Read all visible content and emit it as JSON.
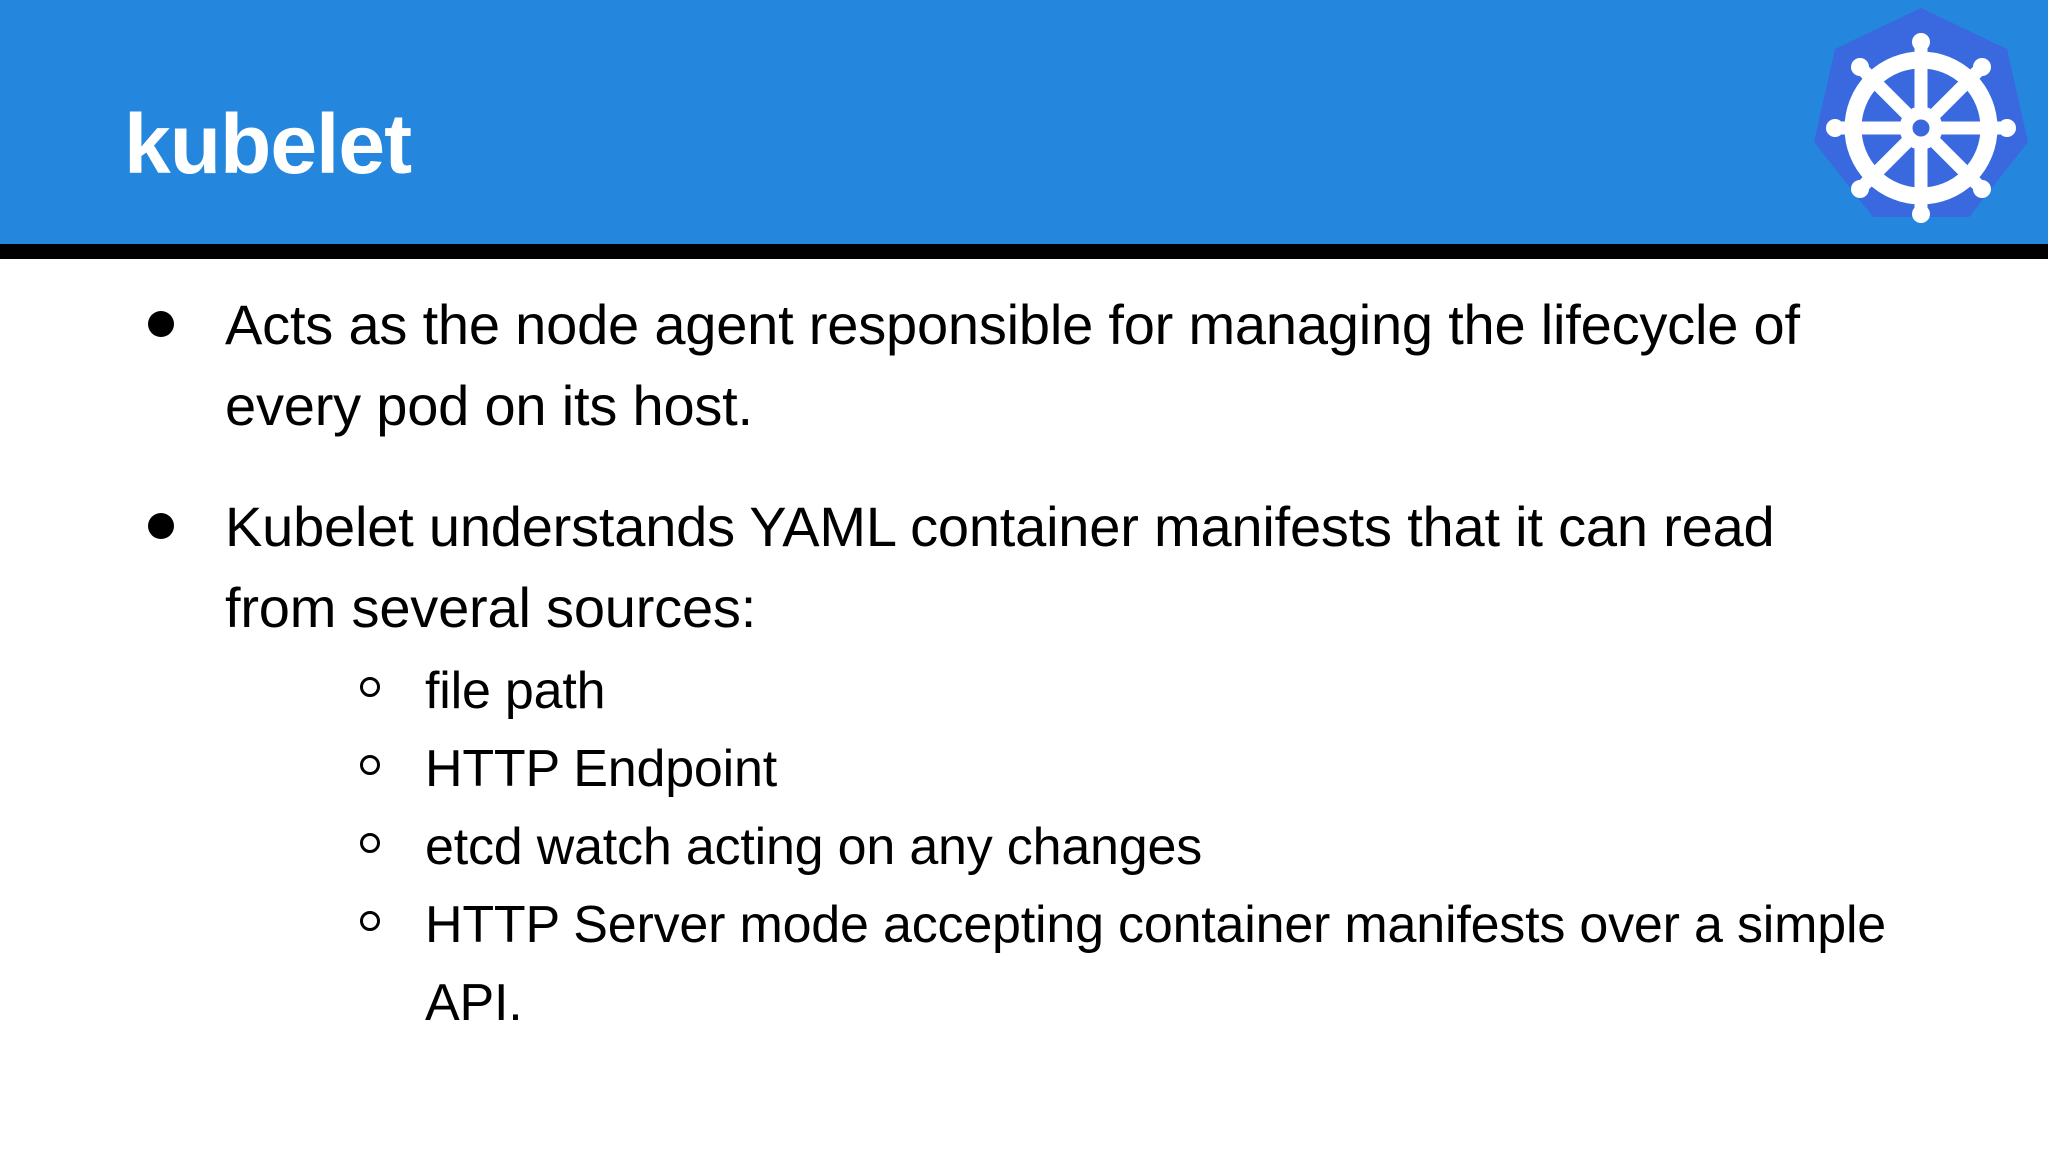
{
  "slide": {
    "title": "kubelet",
    "header_color": "#2487dd",
    "header_text_color": "#ffffff",
    "rule_color": "#000000",
    "body_background": "#ffffff",
    "body_text_color": "#000000",
    "logo": {
      "name": "kubernetes-logo",
      "heptagon_color": "#3a68de",
      "wheel_color": "#ffffff"
    }
  },
  "content": {
    "bullets": [
      {
        "text": "Acts as the node agent responsible for managing the lifecycle of every pod on its host.",
        "marker": "filled-disc",
        "subitems": []
      },
      {
        "text": "Kubelet understands YAML container manifests that it can read from several sources:",
        "marker": "filled-disc",
        "subitems": [
          {
            "text": "file path",
            "marker": "hollow-circle"
          },
          {
            "text": "HTTP Endpoint",
            "marker": "hollow-circle"
          },
          {
            "text": "etcd watch acting on any changes",
            "marker": "hollow-circle"
          },
          {
            "text": "HTTP Server mode accepting container manifests over a simple API.",
            "marker": "hollow-circle"
          }
        ]
      }
    ]
  }
}
